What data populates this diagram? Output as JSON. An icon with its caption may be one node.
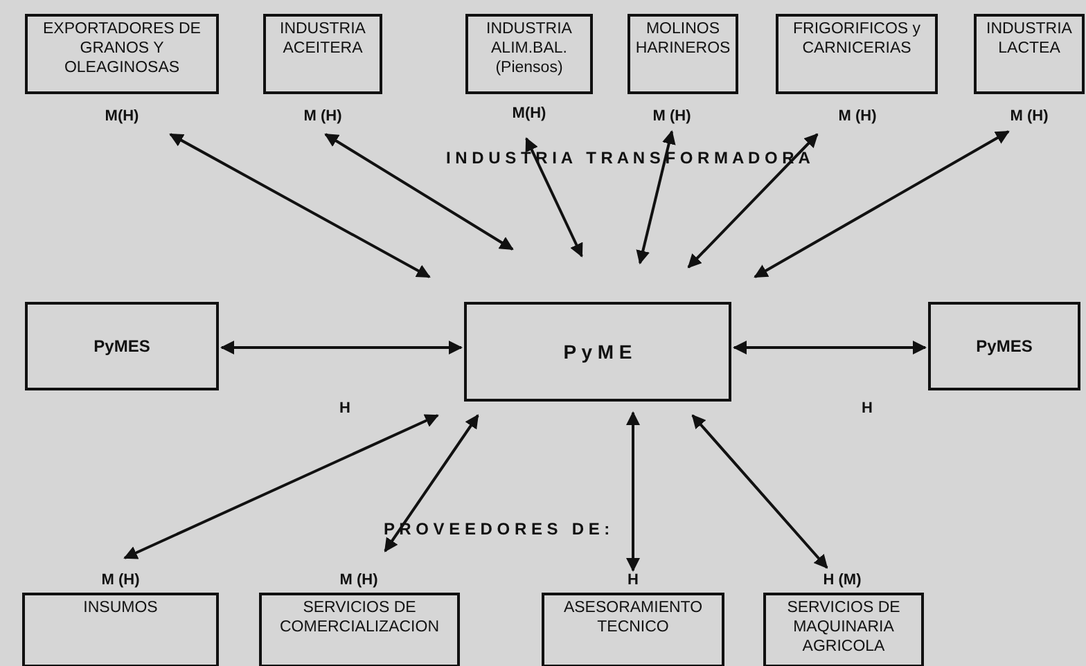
{
  "diagram": {
    "nodes": [
      {
        "text": [
          "EXPORTADORES DE GRANOS Y OLEAGINOSAS"
        ],
        "beside": [
          "M(H)"
        ]
      },
      {
        "text": [
          "INDUSTRIA ACEITERA"
        ],
        "beside": [
          "M (H)"
        ]
      },
      {
        "text": [
          "INDUSTRIA ALIM.BAL. (Piensos)"
        ],
        "beside": [
          "M(H)"
        ]
      },
      {
        "text": [
          "MOLINOS HARINEROS"
        ],
        "beside": [
          "M (H)"
        ]
      },
      {
        "text": [
          "FRIGORIFICOS y CARNICERIAS"
        ],
        "beside": [
          "M (H)"
        ]
      },
      {
        "text": [
          "INDUSTRIA LACTEA"
        ],
        "beside": [
          "M (H)"
        ]
      },
      {
        "text": [
          "PyMES"
        ]
      },
      {
        "text": [
          "P y M E"
        ]
      },
      {
        "text": [
          "PyMES"
        ]
      },
      {
        "text": [
          "INSUMOS"
        ],
        "beside": [
          "M (H)"
        ]
      },
      {
        "text": [
          "SERVICIOS DE COMERCIALIZACION"
        ],
        "beside": [
          "M (H)"
        ]
      },
      {
        "text": [
          "ASESORAMIENTO TECNICO"
        ],
        "beside": [
          "H"
        ]
      },
      {
        "text": [
          "SERVICIOS DE MAQUINARIA AGRICOLA"
        ],
        "beside": [
          "H (M)"
        ]
      }
    ],
    "edges": [
      {
        "from": 7,
        "to": 0,
        "arrow": "both"
      },
      {
        "from": 7,
        "to": 1,
        "arrow": "both"
      },
      {
        "from": 7,
        "to": 2,
        "arrow": "both"
      },
      {
        "from": 7,
        "to": 3,
        "arrow": "both"
      },
      {
        "from": 7,
        "to": 4,
        "arrow": "both"
      },
      {
        "from": 7,
        "to": 5,
        "arrow": "both"
      },
      {
        "from": 6,
        "to": 7,
        "arrow": "both",
        "label": "H"
      },
      {
        "from": 7,
        "to": 8,
        "arrow": "both",
        "label": "H"
      },
      {
        "from": 7,
        "to": 9,
        "arrow": "both"
      },
      {
        "from": 7,
        "to": 10,
        "arrow": "both"
      },
      {
        "from": 7,
        "to": 11,
        "arrow": "both"
      },
      {
        "from": 7,
        "to": 12,
        "arrow": "both"
      }
    ],
    "labels": [
      "I N D U S T R I A   T R A N S F O R M A D O R A",
      "P R O V E E D O R E S   D E :"
    ]
  }
}
